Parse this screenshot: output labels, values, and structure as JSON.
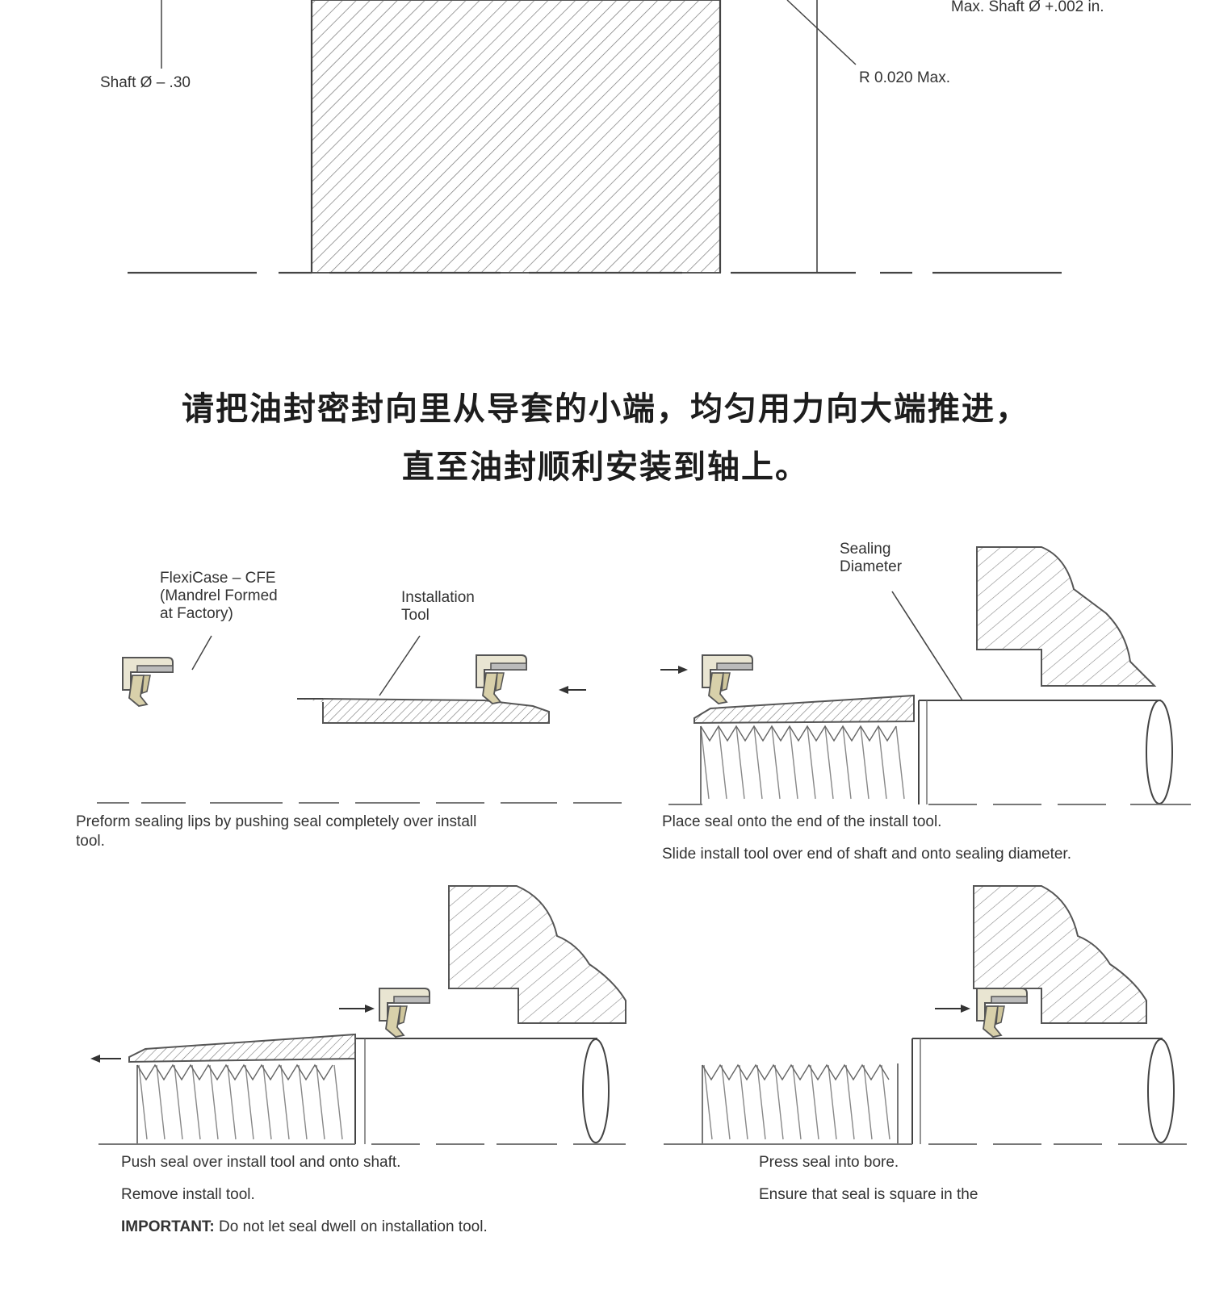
{
  "top_diagram": {
    "labels": {
      "shaft_dia": "Shaft Ø – .30",
      "max_shaft": "Max. Shaft Ø +.002 in.",
      "radius": "R 0.020 Max."
    }
  },
  "heading": {
    "line1": "请把油封密封向里从导套的小端，均匀用力向大端推进，",
    "line2": "直至油封顺利安装到轴上。"
  },
  "step1": {
    "label_flexicase": "FlexiCase – CFE\n(Mandrel Formed\nat Factory)",
    "label_tool": "Installation\nTool",
    "caption_line1": "Preform sealing lips by pushing seal completely over install",
    "caption_line2": "tool."
  },
  "step2": {
    "label_sealing": "Sealing\nDiameter",
    "caption_line1": "Place seal onto the end of the install tool.",
    "caption_line2": "Slide install tool over end of shaft and onto sealing diameter."
  },
  "step3": {
    "caption_line1": "Push seal over install tool and onto shaft.",
    "caption_line2": "Remove install tool.",
    "caption_important": "IMPORTANT:",
    "caption_line3": " Do not let seal dwell on installation tool."
  },
  "step4": {
    "caption_line1": "Press seal into bore.",
    "caption_line2": "Ensure that seal is square in the"
  }
}
